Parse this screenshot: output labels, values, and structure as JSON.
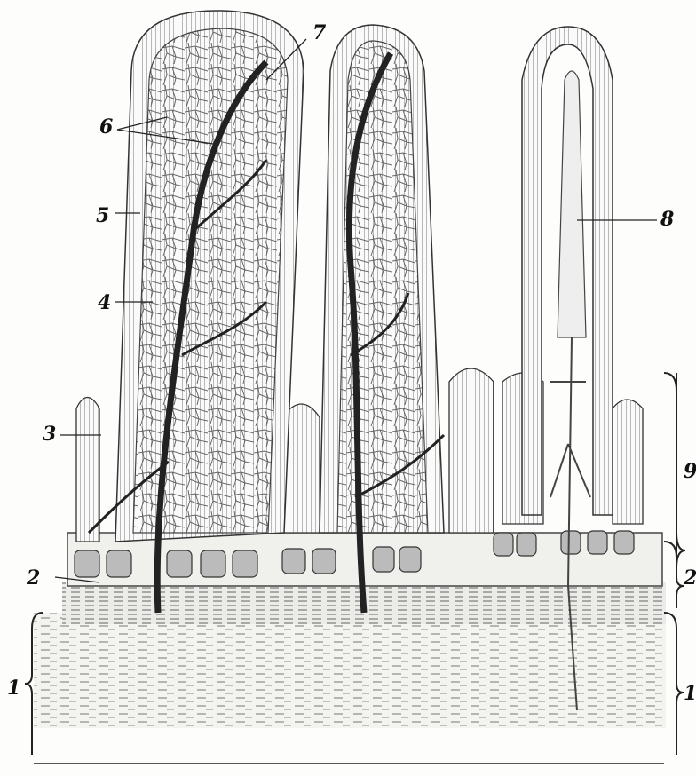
{
  "figure": {
    "labels": {
      "n1": "1",
      "n2": "2",
      "n3": "3",
      "n4": "4",
      "n5": "5",
      "n6": "6",
      "n7": "7",
      "n8": "8",
      "n9": "9"
    },
    "right_brackets": [
      "9",
      "2",
      "1"
    ],
    "colors": {
      "ink": "#1a1a1a",
      "vessel": "#222222",
      "paper": "#fdfdfb"
    }
  }
}
